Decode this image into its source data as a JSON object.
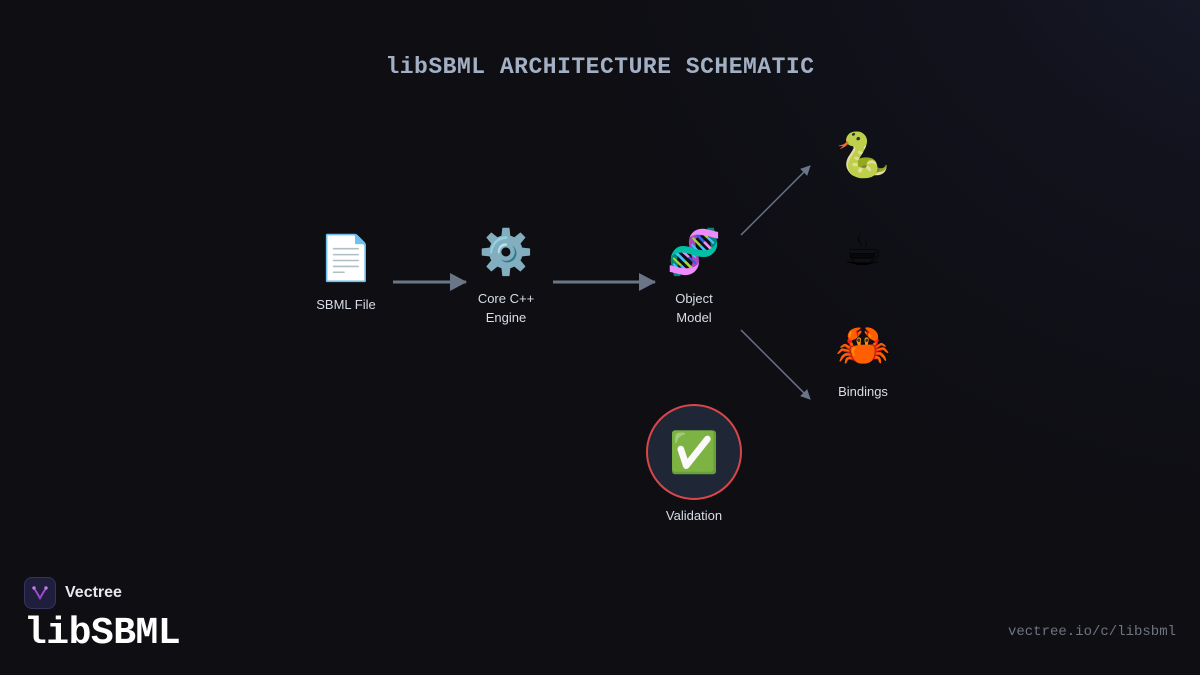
{
  "title": "libSBML ARCHITECTURE SCHEMATIC",
  "nodes": {
    "sbml_file": {
      "icon": "document-icon",
      "glyph": "📄",
      "label": "SBML File"
    },
    "core_engine": {
      "icon": "gear-icon",
      "glyph": "⚙️",
      "label": "Core C++\nEngine"
    },
    "object_model": {
      "icon": "dna-icon",
      "glyph": "🧬",
      "label": "Object\nModel"
    },
    "python": {
      "icon": "snake-icon",
      "glyph": "🐍"
    },
    "java": {
      "icon": "coffee-icon",
      "glyph": "☕"
    },
    "rust": {
      "icon": "crab-icon",
      "glyph": "🦀",
      "label": "Bindings"
    },
    "validation": {
      "icon": "check-mark-icon",
      "glyph": "✅",
      "label": "Validation"
    }
  },
  "colors": {
    "background": "#0e0e13",
    "title": "#a3b0c4",
    "connector": "#6b7588",
    "validation_ring": "#d9464a",
    "validation_fill": "#1f2737",
    "brand_accent": "#a64bd6"
  },
  "footer": {
    "brand_icon": "vectree-logo-icon",
    "brand_name": "Vectree",
    "product": "libSBML",
    "url": "vectree.io/c/libsbml"
  }
}
